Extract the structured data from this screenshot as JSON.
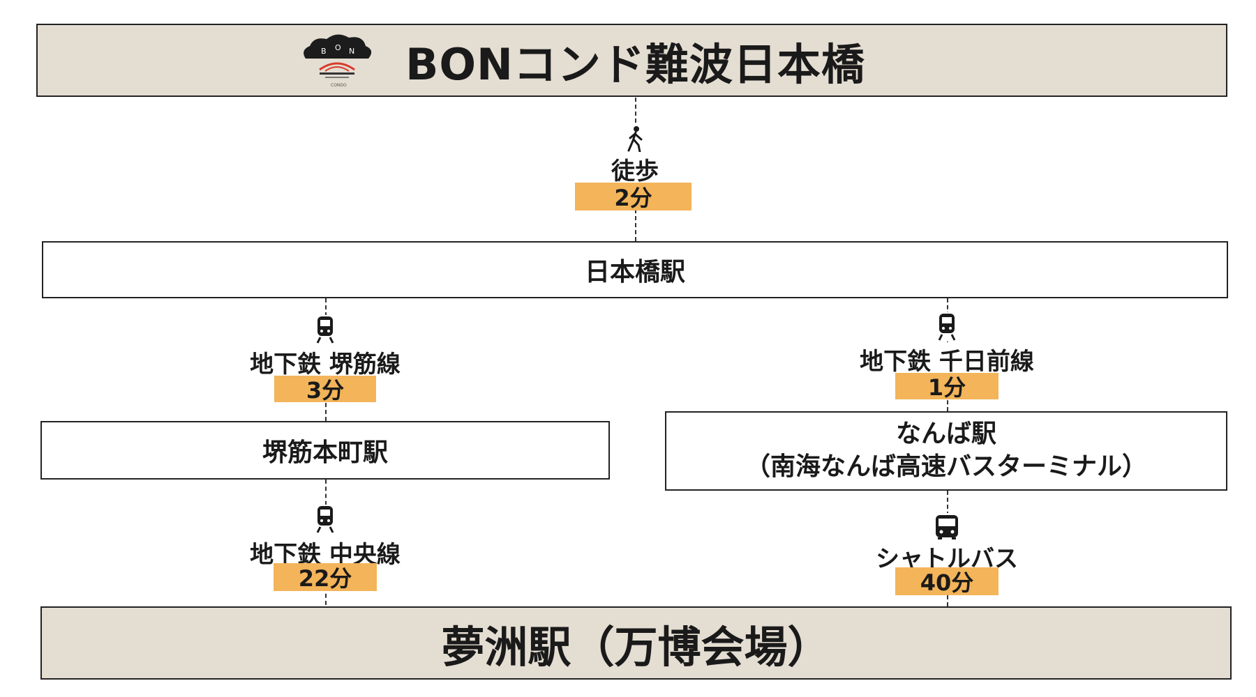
{
  "hotel": {
    "name": "BONコンド難波日本橋",
    "logo_letters": [
      "B",
      "O",
      "N"
    ],
    "logo_small_text": "CONDO"
  },
  "walk": {
    "label": "徒歩",
    "time": "2分"
  },
  "station1": {
    "name": "日本橋駅"
  },
  "left_route": {
    "leg1": {
      "label": "地下鉄 堺筋線",
      "time": "3分"
    },
    "station": "堺筋本町駅",
    "leg2": {
      "label": "地下鉄 中央線",
      "time": "22分"
    }
  },
  "right_route": {
    "leg1": {
      "label": "地下鉄 千日前線",
      "time": "1分"
    },
    "station_line1": "なんば駅",
    "station_line2": "（南海なんば高速バスターミナル）",
    "leg2": {
      "label": "シャトルバス",
      "time": "40分"
    }
  },
  "destination": {
    "name": "夢洲駅（万博会場）"
  },
  "colors": {
    "beige_box": "#e4ddd2",
    "time_badge": "#f3b45a",
    "logo_red": "#d83a2a"
  },
  "icons": {
    "walk": "walking-person-icon",
    "train": "train-icon",
    "bus": "bus-icon"
  }
}
